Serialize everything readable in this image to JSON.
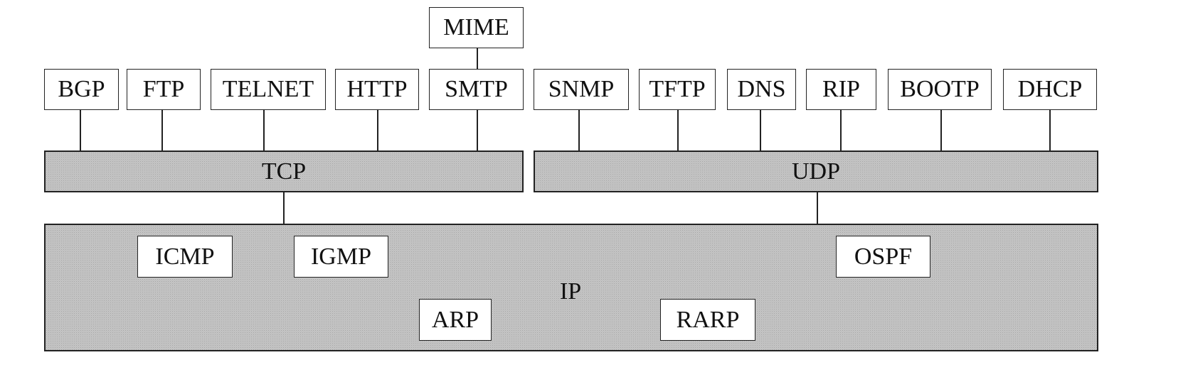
{
  "diagram": {
    "transport": {
      "tcp": "TCP",
      "udp": "UDP"
    },
    "network": {
      "ip": "IP",
      "icmp": "ICMP",
      "igmp": "IGMP",
      "ospf": "OSPF",
      "arp": "ARP",
      "rarp": "RARP"
    },
    "mime": "MIME",
    "tcp_apps": [
      "BGP",
      "FTP",
      "TELNET",
      "HTTP",
      "SMTP"
    ],
    "udp_apps": [
      "SNMP",
      "TFTP",
      "DNS",
      "RIP",
      "BOOTP",
      "DHCP"
    ]
  }
}
